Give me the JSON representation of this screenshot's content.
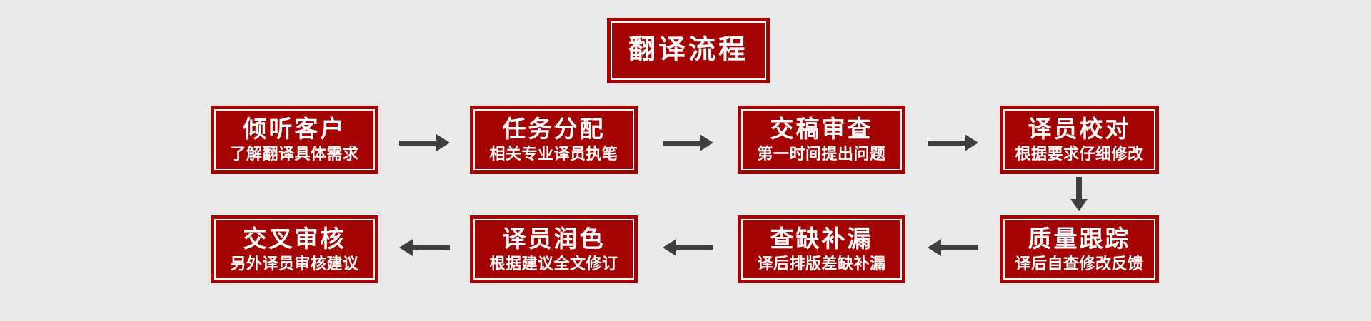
{
  "title": {
    "label": "翻译流程"
  },
  "colors": {
    "accent_red": "#a50404",
    "background": "#e9e9e9",
    "arrow_gray": "#3f3f3f",
    "text_white": "#ffffff"
  },
  "steps": [
    {
      "title": "倾听客户",
      "subtitle": "了解翻译具体需求"
    },
    {
      "title": "任务分配",
      "subtitle": "相关专业译员执笔"
    },
    {
      "title": "交稿审查",
      "subtitle": "第一时间提出问题"
    },
    {
      "title": "译员校对",
      "subtitle": "根据要求仔细修改"
    },
    {
      "title": "质量跟踪",
      "subtitle": "译后自查修改反馈"
    },
    {
      "title": "查缺补漏",
      "subtitle": "译后排版差缺补漏"
    },
    {
      "title": "译员润色",
      "subtitle": "根据建议全文修订"
    },
    {
      "title": "交叉审核",
      "subtitle": "另外译员审核建议"
    }
  ]
}
